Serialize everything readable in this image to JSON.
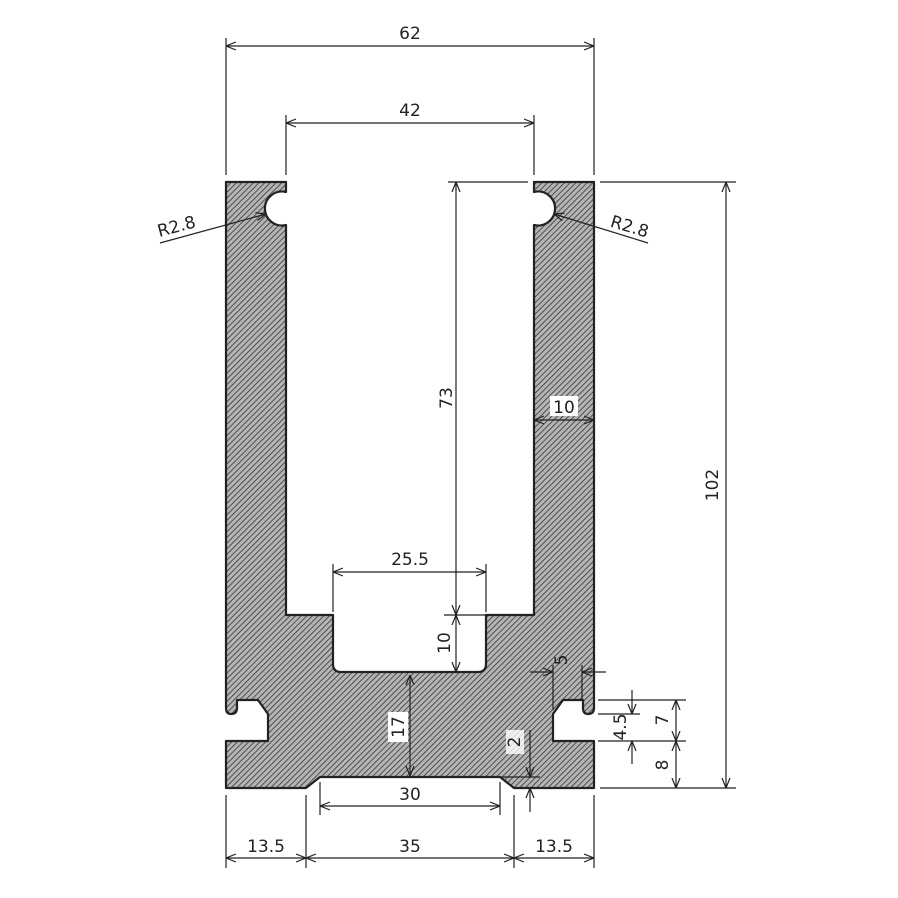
{
  "colors": {
    "profile_outline": "#222222",
    "hatch": "#333333",
    "background": "#ffffff"
  },
  "dimensions": {
    "overall_width": "62",
    "opening_width": "42",
    "inner_depth": "73",
    "overall_height": "102",
    "wall_thickness": "10",
    "slot_width": "25.5",
    "slot_depth": "10",
    "base_thickness": "17",
    "groove_gap": "5",
    "groove_height": "4.5",
    "groove_offset": "7",
    "foot_height": "8",
    "recess_depth": "2",
    "recess_width": "30",
    "bottom_left": "13.5",
    "bottom_middle": "35",
    "bottom_right": "13.5",
    "radius_left": "R2.8",
    "radius_right": "R2.8"
  }
}
